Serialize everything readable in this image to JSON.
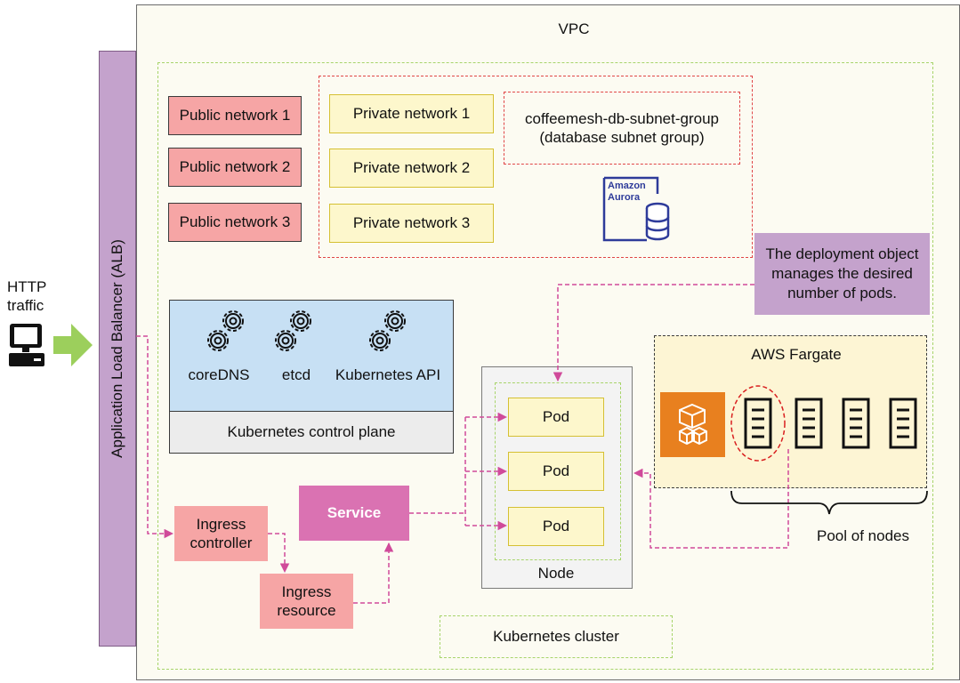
{
  "traffic": {
    "label_line1": "HTTP",
    "label_line2": "traffic"
  },
  "alb": {
    "label": "Application Load Balancer (ALB)"
  },
  "vpc": {
    "label": "VPC"
  },
  "public_networks": [
    "Public network 1",
    "Public network 2",
    "Public network 3"
  ],
  "private_networks": [
    "Private network 1",
    "Private network 2",
    "Private network 3"
  ],
  "db_subnet_group": {
    "line1": "coffeemesh-db-subnet-group",
    "line2": "(database subnet group)"
  },
  "aurora": {
    "line1": "Amazon",
    "line2": "Aurora"
  },
  "deployment_note": {
    "line1": "The deployment object",
    "line2": "manages the desired",
    "line3": "number of pods."
  },
  "control_plane": {
    "components": [
      "coreDNS",
      "etcd",
      "Kubernetes API"
    ],
    "label": "Kubernetes control plane"
  },
  "node": {
    "label": "Node",
    "pods": [
      "Pod",
      "Pod",
      "Pod"
    ]
  },
  "fargate": {
    "label": "AWS Fargate",
    "pool_label": "Pool of nodes"
  },
  "service": {
    "label": "Service"
  },
  "ingress_controller": {
    "line1": "Ingress",
    "line2": "controller"
  },
  "ingress_resource": {
    "line1": "Ingress",
    "line2": "resource"
  },
  "cluster": {
    "label": "Kubernetes cluster"
  },
  "colors": {
    "public_network": "#f6a5a5",
    "private_network": "#fdf7cc",
    "alb": "#c4a2cc",
    "service": "#da72b2",
    "control_plane": "#c7e0f4",
    "fargate_icon": "#e8801f",
    "connector": "#d04a9a",
    "cluster_border": "#a7d46a",
    "db_border": "#e04646"
  }
}
